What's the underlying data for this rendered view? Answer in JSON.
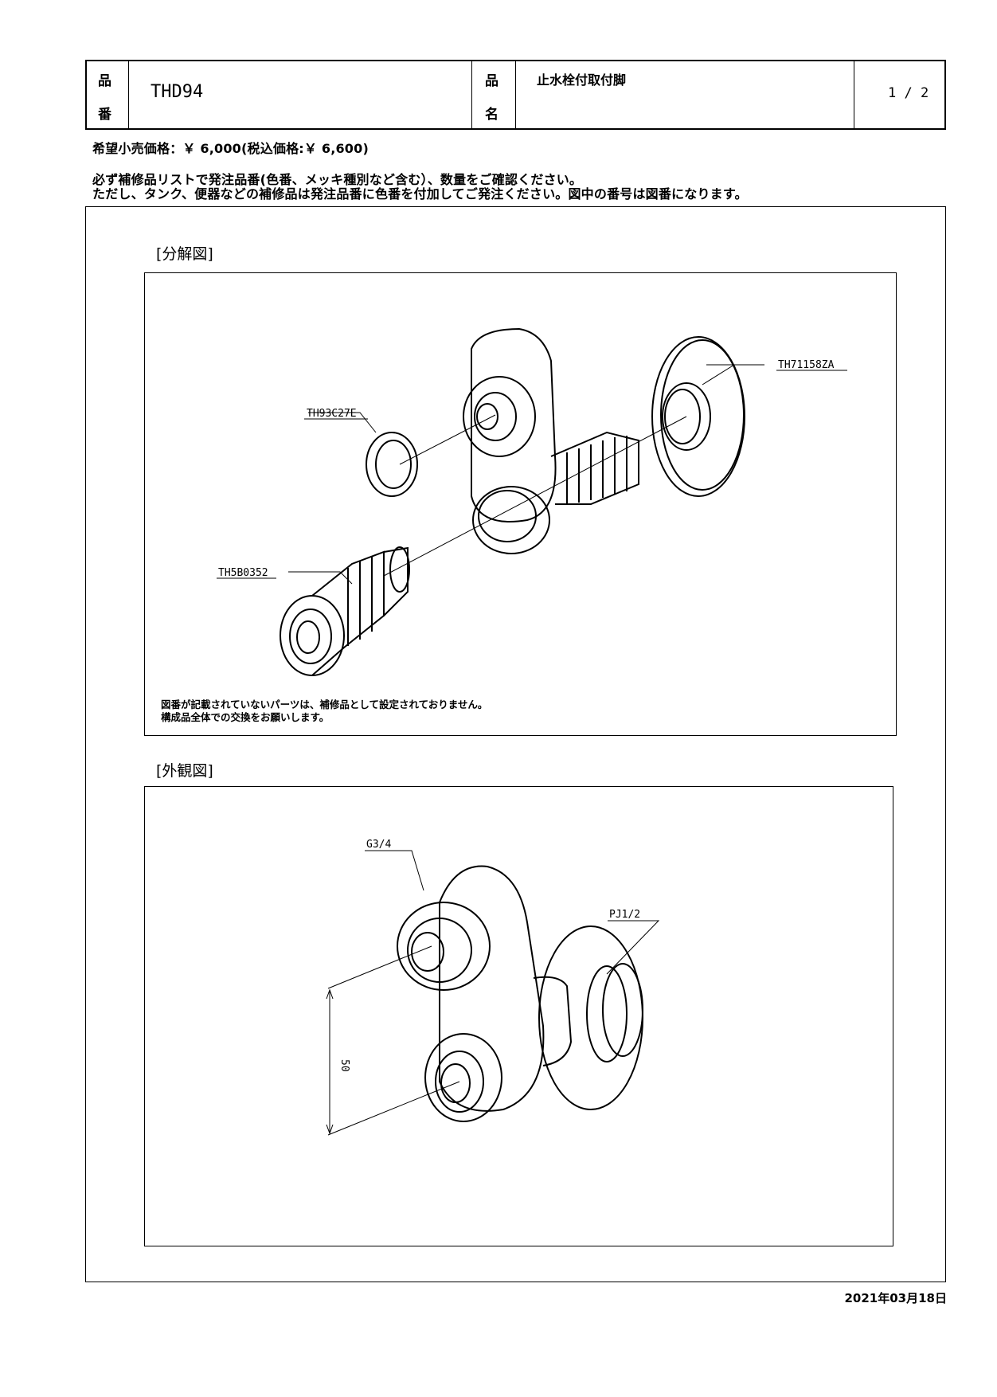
{
  "header": {
    "part_no_label_1": "品",
    "part_no_label_2": "番",
    "part_no": "THD94",
    "name_label_1": "品",
    "name_label_2": "名",
    "name": "止水栓付取付脚",
    "page": "1 / 2"
  },
  "price_line": "希望小売価格：￥ 6,000(税込価格:￥ 6,600)",
  "notes": [
    "必ず補修品リストで発注品番(色番、メッキ種別など含む）、数量をご確認ください。",
    "ただし、タンク、便器などの補修品は発注品番に色番を付加してご発注ください。図中の番号は図番になります。"
  ],
  "exploded": {
    "label": "[分解図]",
    "parts": [
      "TH71158ZA",
      "TH93C27E",
      "TH5B0352"
    ],
    "footnote_1": "図番が記載されていないパーツは、補修品として設定されておりません。",
    "footnote_2": "構成品全体での交換をお願いします。"
  },
  "external": {
    "label": "[外観図]",
    "thread_top": "G3/4",
    "thread_side": "PJ1/2",
    "dimension": "50"
  },
  "date": "2021年03月18日"
}
